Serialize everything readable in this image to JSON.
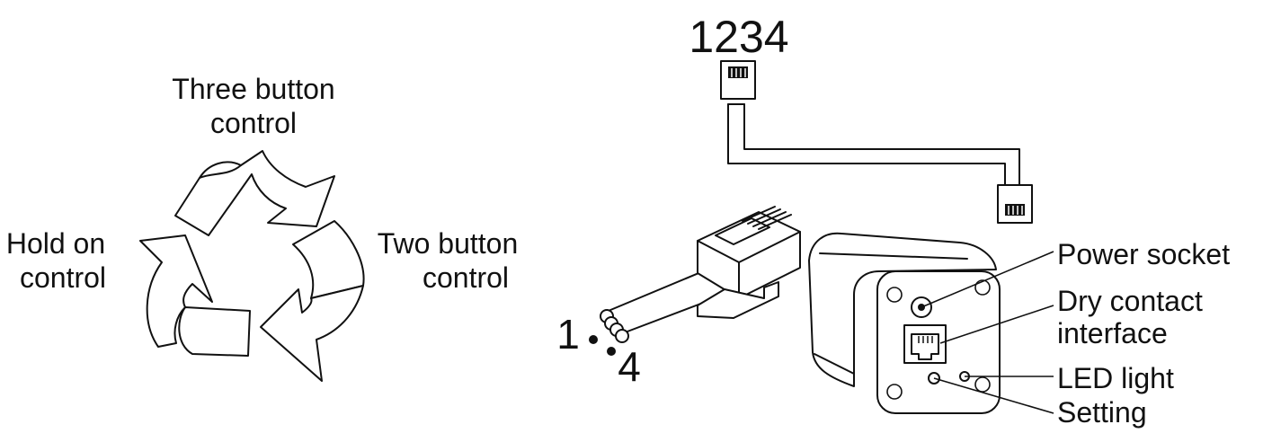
{
  "cycle": {
    "modes": [
      {
        "line1": "Three button",
        "line2": "control"
      },
      {
        "line1": "Two button",
        "line2": "control"
      },
      {
        "line1": "Hold on",
        "line2": "control"
      }
    ]
  },
  "cable": {
    "top_pin_label": "1234",
    "pin_range": {
      "start": "1",
      "end": "4"
    }
  },
  "device": {
    "callouts": [
      {
        "line1": "Power socket"
      },
      {
        "line1": "Dry contact",
        "line2": "interface"
      },
      {
        "line1": "LED light"
      },
      {
        "line1": "Setting"
      }
    ]
  }
}
